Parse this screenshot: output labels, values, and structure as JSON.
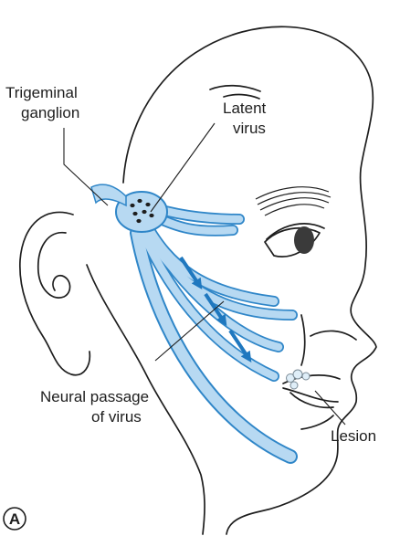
{
  "labels": {
    "ganglion": [
      "Trigeminal",
      "ganglion"
    ],
    "latent": [
      "Latent",
      "virus"
    ],
    "passage": [
      "Neural passage",
      "of virus"
    ],
    "lesion": "Lesion",
    "panel": "A"
  },
  "colors": {
    "nerve_fill": "#b7d9f2",
    "nerve_edge": "#2f86c8",
    "arrow": "#1f78bf",
    "ink": "#1e1e1e",
    "virus": "#1e1e1e"
  }
}
